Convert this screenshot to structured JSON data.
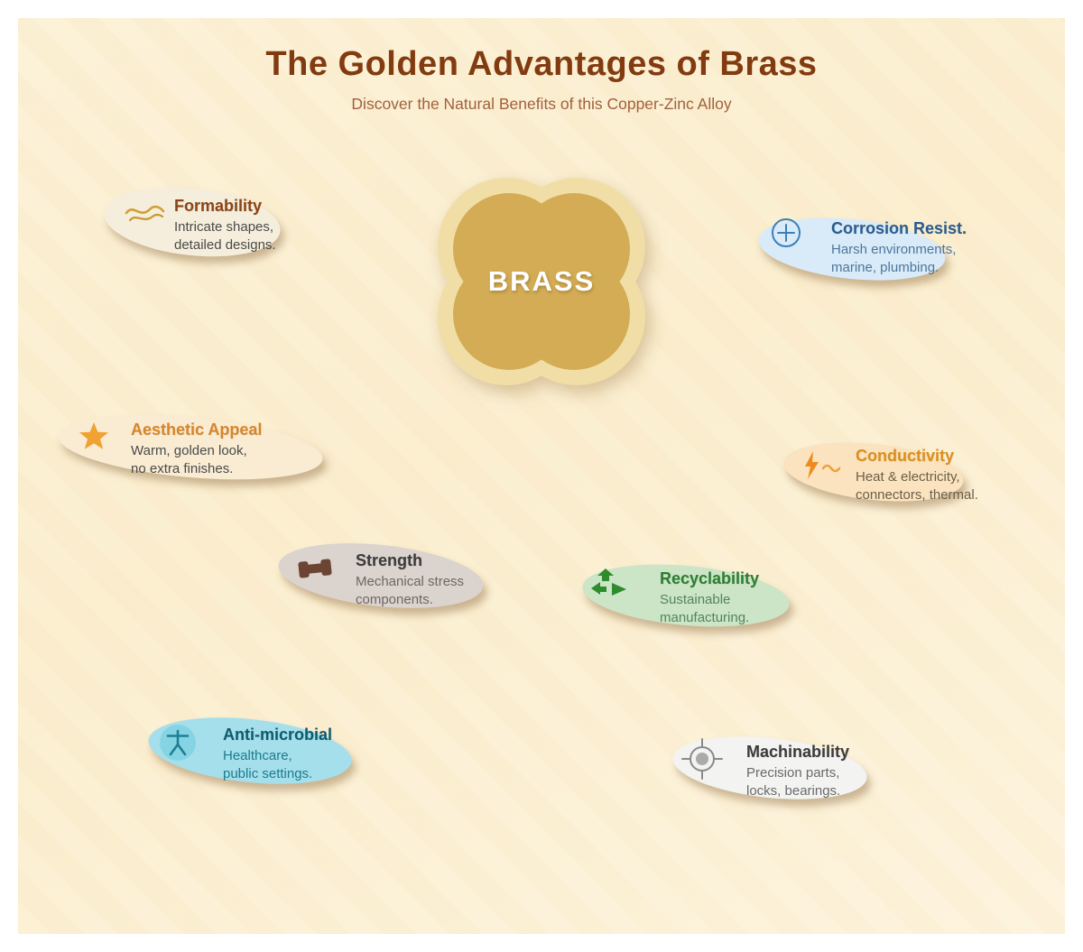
{
  "header": {
    "title": "The Golden Advantages of Brass",
    "subtitle": "Discover the Natural Benefits of this Copper-Zinc Alloy"
  },
  "center": {
    "label": "BRASS"
  },
  "benefits": [
    {
      "id": "formability",
      "icon": "wave-icon",
      "title": "Formability",
      "line1": "Intricate shapes,",
      "line2": "detailed designs.",
      "bubble_color": "#F6EEDC",
      "title_color": "#8A4516",
      "text_color": "#4A4A4A",
      "icon_color": "#D0A032"
    },
    {
      "id": "corrosion-resistance",
      "icon": "circle-plus-icon",
      "title": "Corrosion Resist.",
      "line1": "Harsh environments,",
      "line2": "marine, plumbing.",
      "bubble_color": "#D9EBF8",
      "title_color": "#2A5D8F",
      "text_color": "#4C769B",
      "icon_color": "#3C7FB8"
    },
    {
      "id": "aesthetic-appeal",
      "icon": "star-icon",
      "title": "Aesthetic Appeal",
      "line1": "Warm, golden look,",
      "line2": "no extra finishes.",
      "bubble_color": "#F9ECD3",
      "title_color": "#D8862A",
      "text_color": "#4A4A4A",
      "icon_color": "#F0A232"
    },
    {
      "id": "conductivity",
      "icon": "lightning-wave-icon",
      "title": "Conductivity",
      "line1": "Heat & electricity,",
      "line2": "connectors, thermal.",
      "bubble_color": "#FAE3BE",
      "title_color": "#DC8F1E",
      "text_color": "#6B5E49",
      "icon_color": "#F08A1E"
    },
    {
      "id": "strength",
      "icon": "dumbbell-icon",
      "title": "Strength",
      "line1": "Mechanical stress",
      "line2": "components.",
      "bubble_color": "#DBD3CD",
      "title_color": "#3B3B3B",
      "text_color": "#6E6862",
      "icon_color": "#6B4434"
    },
    {
      "id": "recyclability",
      "icon": "recycle-arrows-icon",
      "title": "Recyclability",
      "line1": "Sustainable",
      "line2": "manufacturing.",
      "bubble_color": "#CBE5C6",
      "title_color": "#2E7D32",
      "text_color": "#54855A",
      "icon_color": "#2E8B2E"
    },
    {
      "id": "anti-microbial",
      "icon": "person-circle-icon",
      "title": "Anti-microbial",
      "line1": "Healthcare,",
      "line2": "public settings.",
      "bubble_color": "#A5DFEB",
      "title_color": "#0D5C6E",
      "text_color": "#1B7C8E",
      "icon_color": "#1E7E96"
    },
    {
      "id": "machinability",
      "icon": "crosshair-icon",
      "title": "Machinability",
      "line1": "Precision parts,",
      "line2": "locks, bearings.",
      "bubble_color": "#F3F3F1",
      "title_color": "#3B3B3B",
      "text_color": "#6A6A6A",
      "icon_color": "#8A8A8A"
    }
  ],
  "colors": {
    "page_bg": "#FFFFFF",
    "panel_bg": "#FBEFD2",
    "title": "#823B10",
    "subtitle": "#A2603C",
    "blob_outer": "#F1DEA6",
    "blob_inner": "#D3AC55",
    "blob_label": "#FFFFFF"
  }
}
